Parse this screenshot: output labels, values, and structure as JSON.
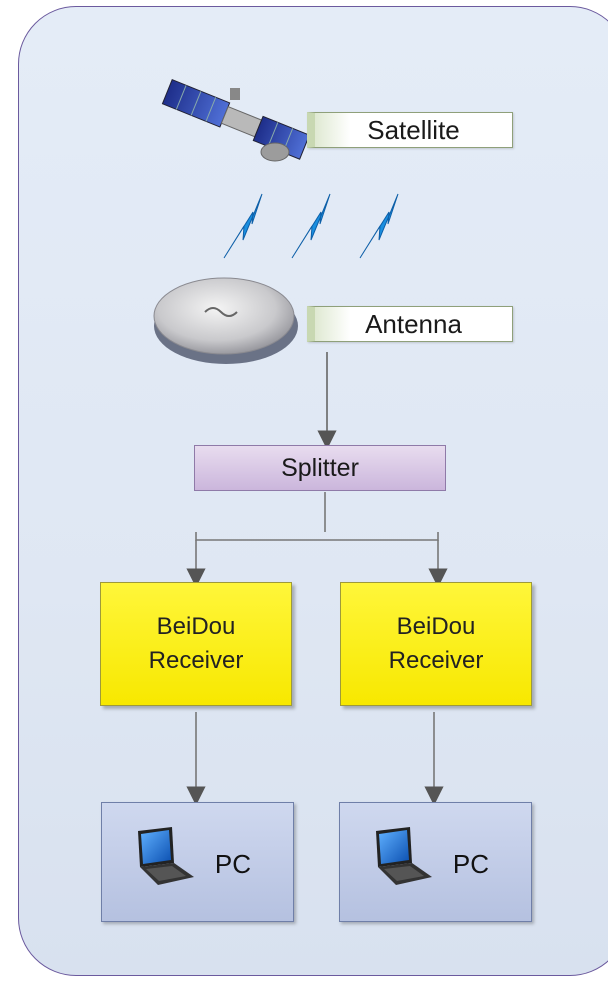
{
  "nodes": {
    "satellite": "Satellite",
    "antenna": "Antenna",
    "splitter": "Splitter",
    "receivers": [
      {
        "line1": "BeiDou",
        "line2": "Receiver"
      },
      {
        "line1": "BeiDou",
        "line2": "Receiver"
      }
    ],
    "pcs": [
      {
        "label": "PC"
      },
      {
        "label": "PC"
      }
    ]
  },
  "colors": {
    "panel_border": "#6b5a9e",
    "receiver_fill": "#fff200",
    "splitter_fill": "#cbb6dc",
    "pc_fill": "#b5c1e0",
    "signal": "#1a8fe0"
  }
}
